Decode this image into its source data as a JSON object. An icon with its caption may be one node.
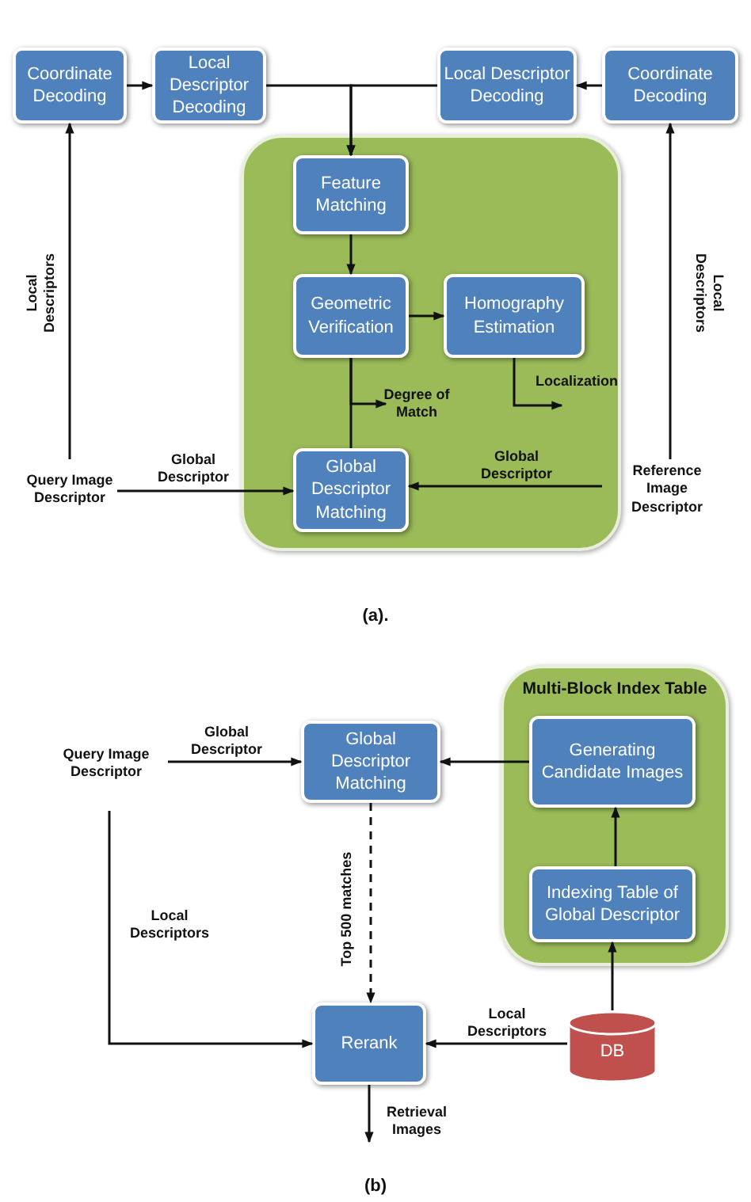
{
  "diagram": {
    "nodes": [
      {
        "text": [
          "Coordinate Decoding"
        ]
      },
      {
        "text": [
          "Local Descriptor Decoding"
        ]
      },
      {
        "text": [
          "Local Descriptor Decoding"
        ]
      },
      {
        "text": [
          "Coordinate Decoding"
        ]
      },
      {
        "text": [],
        "shape": "box"
      },
      {
        "text": [
          "Feature Matching"
        ],
        "in": 4
      },
      {
        "text": [
          "Geometric Verification"
        ],
        "in": 4
      },
      {
        "text": [
          "Homography Estimation"
        ],
        "in": 4
      },
      {
        "text": [
          "Global Descriptor Matching"
        ],
        "in": 4
      },
      {
        "text": [
          "Query Image Descriptor"
        ]
      },
      {
        "text": [
          "Reference Image Descriptor"
        ]
      },
      {
        "text": [
          "Query Image Descriptor"
        ]
      },
      {
        "text": [
          "Global Descriptor Matching"
        ]
      },
      {
        "text": [
          "Multi-Block Index Table"
        ]
      },
      {
        "text": [
          "Generating Candidate Images"
        ],
        "in": 13
      },
      {
        "text": [
          "Indexing Table of Global Descriptor"
        ],
        "in": 13
      },
      {
        "text": [
          "DB"
        ]
      },
      {
        "text": [
          "Rerank"
        ]
      }
    ],
    "edges": [
      {
        "from": 0,
        "to": 1,
        "arrow": "to"
      },
      {
        "from": 1,
        "to": 5,
        "arrow": "to"
      },
      {
        "from": 2,
        "to": 5,
        "arrow": "to"
      },
      {
        "from": 3,
        "to": 2,
        "arrow": "to"
      },
      {
        "from": 9,
        "to": 0,
        "arrow": "to",
        "label": "Local Descriptors"
      },
      {
        "from": 10,
        "to": 3,
        "arrow": "to",
        "label": "Local Descriptors"
      },
      {
        "from": 9,
        "to": 8,
        "arrow": "to",
        "label": "Global Descriptor"
      },
      {
        "from": 10,
        "to": 8,
        "arrow": "to",
        "label": "Global Descriptor"
      },
      {
        "from": 5,
        "to": 6,
        "arrow": "to"
      },
      {
        "from": 6,
        "to": 7,
        "arrow": "to"
      },
      {
        "from": 6,
        "to": 8,
        "arrow": "none"
      },
      {
        "from": 6,
        "to": null,
        "arrow": "to",
        "label": "Degree of Match"
      },
      {
        "from": 7,
        "to": null,
        "arrow": "to",
        "label": "Localization"
      },
      {
        "from": 11,
        "to": 12,
        "arrow": "to",
        "label": "Global Descriptor"
      },
      {
        "from": 14,
        "to": 12,
        "arrow": "to"
      },
      {
        "from": 15,
        "to": 14,
        "arrow": "to"
      },
      {
        "from": 16,
        "to": 15,
        "arrow": "to"
      },
      {
        "from": 12,
        "to": 17,
        "arrow": "to",
        "style": "dashed",
        "label": "Top 500 matches"
      },
      {
        "from": 11,
        "to": 17,
        "arrow": "to",
        "label": "Local Descriptors"
      },
      {
        "from": 16,
        "to": 17,
        "arrow": "to",
        "label": "Local Descriptors"
      },
      {
        "from": 17,
        "to": null,
        "arrow": "to",
        "label": "Retrieval Images"
      }
    ],
    "labels": [
      "(a).",
      "(b)"
    ]
  }
}
